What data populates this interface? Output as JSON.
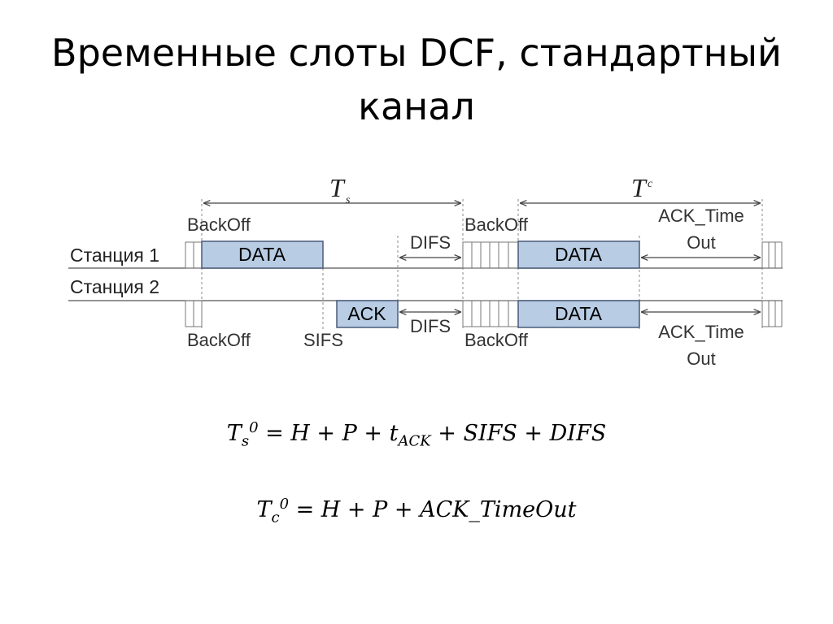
{
  "slide": {
    "title": "Временные слоты DCF,  стандартный канал"
  },
  "diagram": {
    "ts_label": "T",
    "ts_sub": "s",
    "tc_label": "T",
    "tc_sub": "c",
    "station1": "Станция 1",
    "station2": "Станция 2",
    "backoff": "BackOff",
    "data": "DATA",
    "ack": "ACK",
    "difs": "DIFS",
    "sifs": "SIFS",
    "ack_timeout_1": "ACK_Time",
    "ack_timeout_2": "Out",
    "colors": {
      "box_fill": "#b8cce4",
      "box_stroke": "#4a5a7a",
      "line": "#555555"
    }
  },
  "formulas": {
    "f1": {
      "lhs": "T",
      "sub": "s",
      "sup": "0",
      "rhs_a": " = H + P + t",
      "rhs_sub": "ACK",
      "rhs_b": " + SIFS + DIFS"
    },
    "f2": {
      "lhs": "T",
      "sub": "c",
      "sup": "0",
      "rhs": " = H + P + ACK_TimeOut"
    }
  }
}
